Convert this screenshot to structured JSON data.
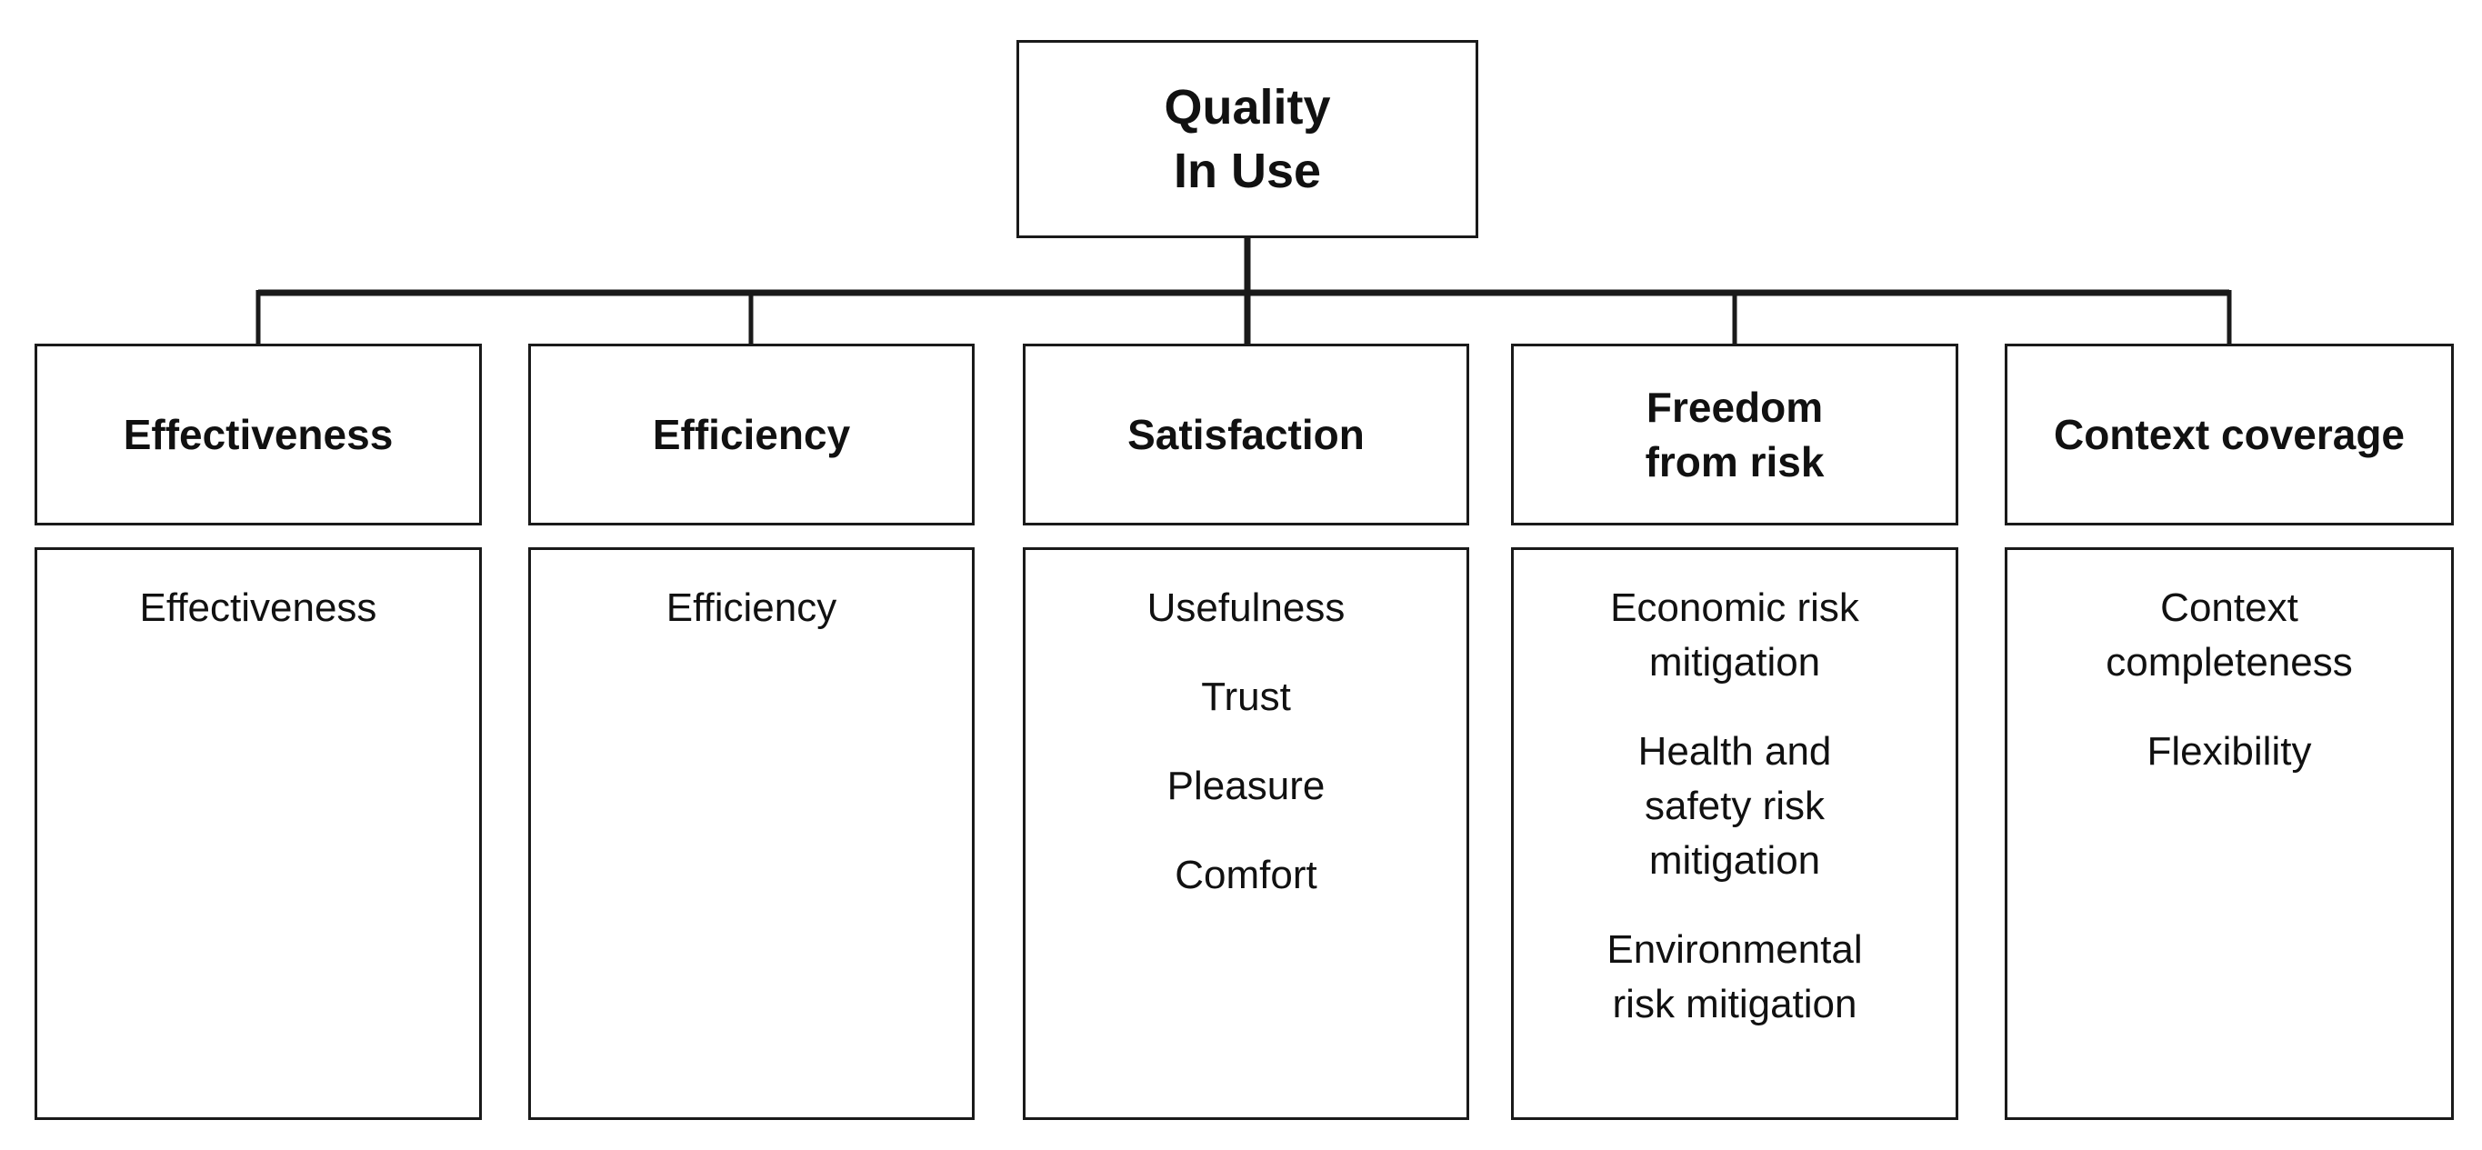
{
  "root": {
    "title": "Quality\nIn Use"
  },
  "characteristics": [
    {
      "name": "Effectiveness",
      "subcharacteristics": [
        "Effectiveness"
      ]
    },
    {
      "name": "Efficiency",
      "subcharacteristics": [
        "Efficiency"
      ]
    },
    {
      "name": "Satisfaction",
      "subcharacteristics": [
        "Usefulness",
        "Trust",
        "Pleasure",
        "Comfort"
      ]
    },
    {
      "name": "Freedom\nfrom risk",
      "subcharacteristics": [
        "Economic risk\nmitigation",
        "Health and\nsafety risk\nmitigation",
        "Environmental\nrisk mitigation"
      ]
    },
    {
      "name": "Context coverage",
      "subcharacteristics": [
        "Context\ncompleteness",
        "Flexibility"
      ]
    }
  ]
}
